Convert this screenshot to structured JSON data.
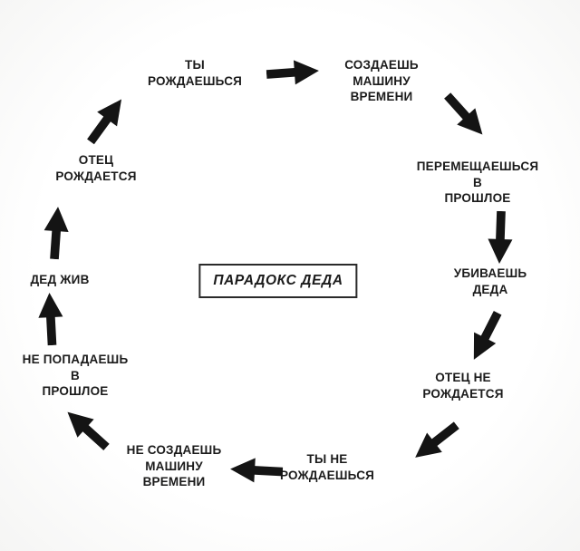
{
  "diagram": {
    "title": "ПАРАДОКС ДЕДА",
    "nodes": {
      "you_born": "ТЫ\nРОЖДАЕШЬСЯ",
      "create_time_machine": "СОЗДАЕШЬ\nМАШИНУ\nВРЕМЕНИ",
      "travel_to_past": "ПЕРЕМЕЩАЕШЬСЯ\nВ\nПРОШЛОЕ",
      "kill_grandfather": "УБИВАЕШЬ\nДЕДА",
      "father_not_born": "ОТЕЦ НЕ\nРОЖДАЕТСЯ",
      "you_not_born": "ТЫ НЕ\nРОЖДАЕШЬСЯ",
      "not_create_time_machine": "НЕ СОЗДАЕШЬ\nМАШИНУ\nВРЕМЕНИ",
      "not_travel_to_past": "НЕ ПОПАДАЕШЬ\nВ\nПРОШЛОЕ",
      "grandfather_alive": "ДЕД ЖИВ",
      "father_born": "ОТЕЦ\nРОЖДАЕТСЯ"
    },
    "arrow_color": "#141414"
  }
}
